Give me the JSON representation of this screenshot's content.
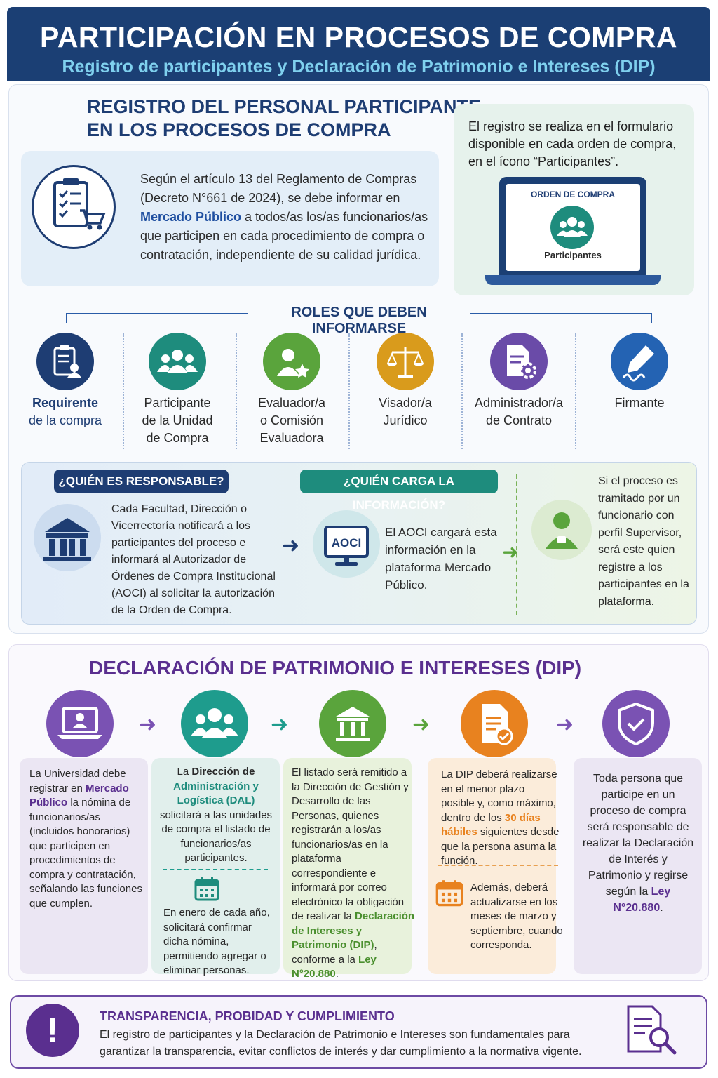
{
  "header": {
    "title": "PARTICIPACIÓN EN PROCESOS DE COMPRA",
    "subtitle": "Registro de participantes y Declaración de Patrimonio e Intereses (DIP)"
  },
  "registro": {
    "title_line1": "REGISTRO DEL PERSONAL PARTICIPANTE",
    "title_line2": "EN LOS PROCESOS DE COMPRA",
    "intro_before": "Según el artículo 13 del Reglamento de Compras (Decreto N°661 de 2024), se debe informar en ",
    "intro_highlight": "Mercado Público",
    "intro_after": " a todos/as los/as funcionarios/as que participen en cada procedimiento de compra o contratación, independiente de su calidad jurídica.",
    "form_note": "El registro se realiza en el formulario disponible en cada orden de compra, en el ícono “Participantes”.",
    "laptop_heading": "ORDEN DE COMPRA",
    "laptop_label": "Participantes"
  },
  "roles": {
    "title": "ROLES QUE DEBEN INFORMARSE",
    "items": [
      {
        "line1": "Requirente",
        "line2": "de la compra",
        "line3": "",
        "color": "#1e3d73",
        "icon": "clipboard-user-icon"
      },
      {
        "line1": "Participante",
        "line2": "de la Unidad",
        "line3": "de Compra",
        "color": "#1e8c7d",
        "icon": "group-icon"
      },
      {
        "line1": "Evaluador/a",
        "line2": "o Comisión",
        "line3": "Evaluadora",
        "color": "#5aa43c",
        "icon": "user-star-icon"
      },
      {
        "line1": "Visador/a",
        "line2": "Jurídico",
        "line3": "",
        "color": "#d99b1c",
        "icon": "scales-icon"
      },
      {
        "line1": "Administrador/a",
        "line2": "de Contrato",
        "line3": "",
        "color": "#6a4ba8",
        "icon": "document-gear-icon"
      },
      {
        "line1": "Firmante",
        "line2": "",
        "line3": "",
        "color": "#2463b3",
        "icon": "pen-signature-icon"
      }
    ]
  },
  "responsabilidad": {
    "tag_responsable": "¿QUIÉN ES RESPONSABLE?",
    "tag_carga": "¿QUIÉN CARGA LA INFORMACIÓN?",
    "responsable_text": "Cada Facultad, Dirección o Vicerrectoría notificará a los participantes del proceso e informará al Autorizador de Órdenes de Compra Institucional (AOCI) al solicitar la autorización de la Orden de Compra.",
    "aoci_label": "AOCI",
    "carga_text": "El AOCI cargará esta información en la plataforma Mercado Público.",
    "supervisor_text": "Si el proceso es tramitado por un funcionario con perfil Supervisor, será este quien registre a los participantes en la plataforma."
  },
  "dip": {
    "title": "DECLARACIÓN DE PATRIMONIO E INTERESES (DIP)",
    "step1_a": "La Universidad debe registrar en ",
    "step1_hl": "Mercado Público",
    "step1_b": " la nómina de funcionarios/as (incluidos honorarios) que participen en procedimientos de compra y contratación, señalando las funciones que cumplen.",
    "step2_a": "La ",
    "step2_b": "Dirección de",
    "step2_hl": "Administración y Logística (DAL)",
    "step2_c": " solicitará a las unidades de compra el listado de funcionarios/as participantes.",
    "step2_d": "En enero de cada año, solicitará confirmar dicha nómina, permitiendo agregar o eliminar personas.",
    "step3_a": "El listado será remitido a la Dirección de Gestión y Desarrollo de las Personas, quienes registrarán a los/as funcionarios/as en la plataforma correspondiente e informará por correo electrónico la obligación de realizar la ",
    "step3_hl": "Declaración de Intereses y Patrimonio (DIP)",
    "step3_b": ", conforme a la ",
    "step3_law": "Ley N°20.880",
    "step3_c": ".",
    "step4_a": "La DIP deberá realizarse en el menor plazo posible y, como máximo, dentro de los ",
    "step4_hl": "30 días hábiles",
    "step4_b": " siguientes desde que la persona asuma la función.",
    "step4_c": "Además, deberá actualizarse en los meses de marzo y septiembre, cuando corresponda.",
    "step5_a": "Toda persona que participe en un proceso de compra será responsable de realizar la Declaración de Interés y Patrimonio y regirse según la ",
    "step5_law": "Ley N°20.880",
    "step5_b": "."
  },
  "footer": {
    "title": "TRANSPARENCIA, PROBIDAD Y CUMPLIMIENTO",
    "text": "El registro de participantes y la Declaración de Patrimonio e Intereses son fundamentales para garantizar la transparencia, evitar conflictos de interés y dar cumplimiento a la normativa vigente."
  },
  "colors": {
    "navy": "#1b3f74",
    "teal": "#1e8c7d",
    "green": "#5aa43c",
    "orange": "#e8821f",
    "purple": "#5a2f8f"
  }
}
